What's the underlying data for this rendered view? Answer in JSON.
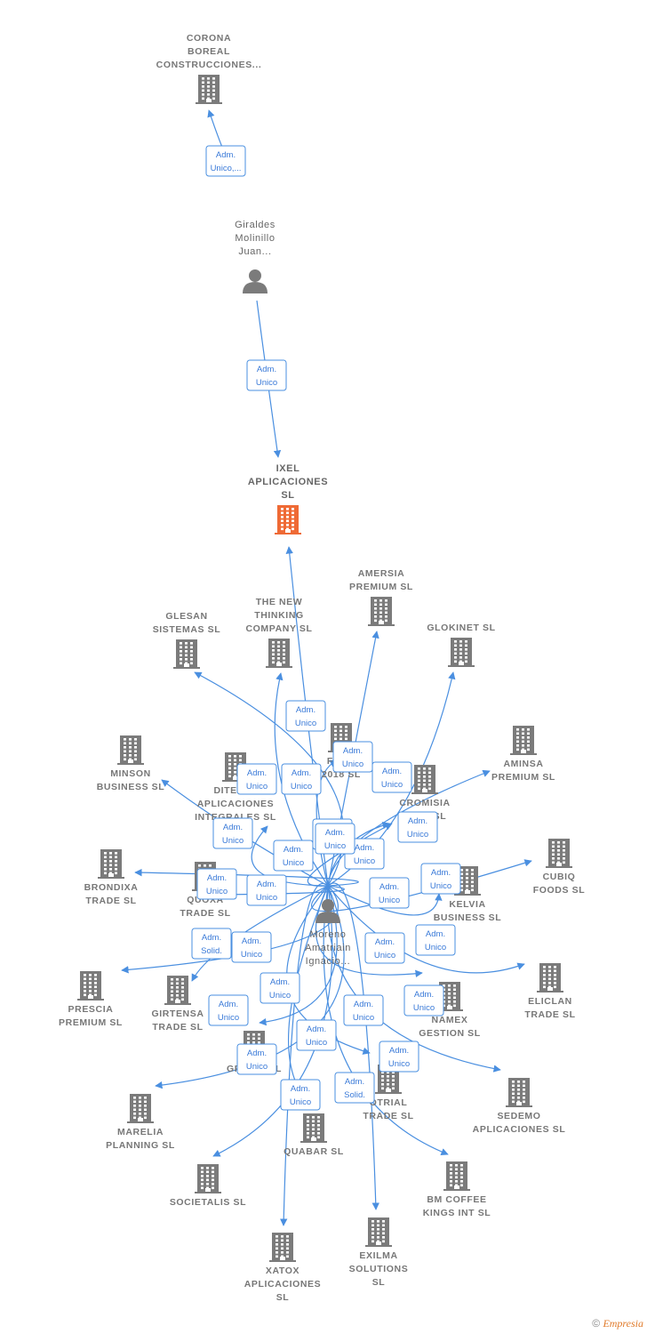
{
  "graph": {
    "nodes": [
      {
        "id": "corona",
        "type": "company",
        "label": [
          "CORONA",
          "BOREAL",
          "CONSTRUCCIONES..."
        ]
      },
      {
        "id": "giraldes",
        "type": "person",
        "label": [
          "Giraldes",
          "Molinillo",
          "Juan..."
        ]
      },
      {
        "id": "ixel",
        "type": "company",
        "focus": true,
        "label": [
          "IXEL",
          "APLICACIONES",
          "SL"
        ]
      },
      {
        "id": "moreno",
        "type": "person",
        "label": [
          "Moreno",
          "Amatriain",
          "Ignacio..."
        ]
      },
      {
        "id": "amersia",
        "type": "company",
        "label": [
          "AMERSIA",
          "PREMIUM  SL"
        ]
      },
      {
        "id": "newthinking",
        "type": "company",
        "label": [
          "THE NEW",
          "THINKING",
          "COMPANY SL"
        ]
      },
      {
        "id": "glesan",
        "type": "company",
        "label": [
          "GLESAN",
          "SISTEMAS  SL"
        ]
      },
      {
        "id": "glokinet",
        "type": "company",
        "label": [
          "GLOKINET  SL"
        ]
      },
      {
        "id": "minson",
        "type": "company",
        "label": [
          "MINSON",
          "BUSINESS  SL"
        ]
      },
      {
        "id": "foda",
        "type": "company",
        "label": [
          "FODA",
          "2018  SL"
        ]
      },
      {
        "id": "aminsa",
        "type": "company",
        "label": [
          "AMINSA",
          "PREMIUM  SL"
        ]
      },
      {
        "id": "ditelsa",
        "type": "company",
        "label": [
          "DITELSA",
          "APLICACIONES",
          "INTEGRALES SL"
        ]
      },
      {
        "id": "cromisia",
        "type": "company",
        "label": [
          "CROMISIA",
          "PLUS  SL"
        ]
      },
      {
        "id": "brondixa",
        "type": "company",
        "label": [
          "BRONDIXA",
          "TRADE  SL"
        ]
      },
      {
        "id": "quoxa",
        "type": "company",
        "label": [
          "QUOXA",
          "TRADE  SL"
        ]
      },
      {
        "id": "kelvia",
        "type": "company",
        "label": [
          "KELVIA",
          "BUSINESS  SL"
        ]
      },
      {
        "id": "cubiq",
        "type": "company",
        "label": [
          "CUBIQ",
          "FOODS  SL"
        ]
      },
      {
        "id": "prescia",
        "type": "company",
        "label": [
          "PRESCIA",
          "PREMIUM  SL"
        ]
      },
      {
        "id": "girtensa",
        "type": "company",
        "label": [
          "GIRTENSA",
          "TRADE  SL"
        ]
      },
      {
        "id": "eliclan",
        "type": "company",
        "label": [
          "ELICLAN",
          "TRADE  SL"
        ]
      },
      {
        "id": "namex",
        "type": "company",
        "label": [
          "NAMEX",
          "GESTION  SL"
        ]
      },
      {
        "id": "grotix",
        "type": "company",
        "label": [
          "GROTIX  SL"
        ]
      },
      {
        "id": "otrial",
        "type": "company",
        "label": [
          "OTRIAL",
          "TRADE  SL"
        ]
      },
      {
        "id": "sedemo",
        "type": "company",
        "label": [
          "SEDEMO",
          "APLICACIONES SL"
        ]
      },
      {
        "id": "marelia",
        "type": "company",
        "label": [
          "MARELIA",
          "PLANNING  SL"
        ]
      },
      {
        "id": "quabar",
        "type": "company",
        "label": [
          "QUABAR  SL"
        ]
      },
      {
        "id": "societalis",
        "type": "company",
        "label": [
          "SOCIETALIS SL"
        ]
      },
      {
        "id": "bmcoffee",
        "type": "company",
        "label": [
          "BM COFFEE",
          "KINGS INT  SL"
        ]
      },
      {
        "id": "exilma",
        "type": "company",
        "label": [
          "EXILMA",
          "SOLUTIONS",
          "SL"
        ]
      },
      {
        "id": "xatox",
        "type": "company",
        "label": [
          "XATOX",
          "APLICACIONES",
          "SL"
        ]
      }
    ],
    "edges": [
      {
        "from": "giraldes",
        "to": "corona",
        "role": [
          "Adm.",
          "Unico,..."
        ]
      },
      {
        "from": "giraldes",
        "to": "ixel",
        "role": [
          "Adm.",
          "Unico"
        ]
      },
      {
        "from": "moreno",
        "to": "ixel",
        "role": [
          "Adm.",
          "Unico"
        ]
      },
      {
        "from": "moreno",
        "to": "amersia",
        "role": [
          "Adm.",
          "Unico"
        ]
      },
      {
        "from": "moreno",
        "to": "newthinking",
        "role": [
          "Adm.",
          "Unico"
        ]
      },
      {
        "from": "moreno",
        "to": "glesan",
        "role": [
          "Adm.",
          "Unico"
        ]
      },
      {
        "from": "moreno",
        "to": "glokinet",
        "role": [
          "Adm.",
          "Unico"
        ]
      },
      {
        "from": "moreno",
        "to": "minson",
        "role": [
          "Adm.",
          "Unico"
        ]
      },
      {
        "from": "moreno",
        "to": "foda",
        "role": [
          "Adm.",
          "Unico"
        ]
      },
      {
        "from": "moreno",
        "to": "aminsa",
        "role": [
          "Adm.",
          "Unico"
        ]
      },
      {
        "from": "moreno",
        "to": "ditelsa",
        "role": [
          "Adm.",
          "Unico"
        ]
      },
      {
        "from": "moreno",
        "to": "cromisia",
        "role": [
          "Adm.",
          "Unico"
        ]
      },
      {
        "from": "moreno",
        "to": "brondixa",
        "role": [
          "Adm.",
          "Unico"
        ]
      },
      {
        "from": "moreno",
        "to": "quoxa",
        "role": [
          "Adm.",
          "Unico"
        ]
      },
      {
        "from": "moreno",
        "to": "kelvia",
        "role": [
          "Adm.",
          "Unico"
        ]
      },
      {
        "from": "moreno",
        "to": "cubiq",
        "role": [
          "Adm.",
          "Unico"
        ]
      },
      {
        "from": "moreno",
        "to": "prescia",
        "role": [
          "Adm.",
          "Unico"
        ]
      },
      {
        "from": "moreno",
        "to": "girtensa",
        "role": [
          "Adm.",
          "Solid."
        ]
      },
      {
        "from": "moreno",
        "to": "eliclan",
        "role": [
          "Adm.",
          "Unico"
        ]
      },
      {
        "from": "moreno",
        "to": "namex",
        "role": [
          "Adm.",
          "Unico"
        ]
      },
      {
        "from": "moreno",
        "to": "grotix",
        "role": [
          "Adm.",
          "Unico"
        ]
      },
      {
        "from": "moreno",
        "to": "otrial",
        "role": [
          "Adm.",
          "Unico"
        ]
      },
      {
        "from": "moreno",
        "to": "sedemo",
        "role": [
          "Adm.",
          "Unico"
        ]
      },
      {
        "from": "moreno",
        "to": "marelia",
        "role": [
          "Adm.",
          "Unico"
        ]
      },
      {
        "from": "moreno",
        "to": "quabar",
        "role": [
          "Adm.",
          "Unico"
        ]
      },
      {
        "from": "moreno",
        "to": "societalis",
        "role": [
          "Adm.",
          "Solid."
        ]
      },
      {
        "from": "moreno",
        "to": "bmcoffee",
        "role": [
          "Adm.",
          "Unico"
        ]
      },
      {
        "from": "moreno",
        "to": "exilma",
        "role": [
          "Adm.",
          "Unico"
        ]
      },
      {
        "from": "moreno",
        "to": "xatox",
        "role": [
          "Adm.",
          "Unico"
        ]
      },
      {
        "from": "moreno",
        "to": "cromisia",
        "role": [
          "Adm.",
          "Unico"
        ]
      }
    ]
  },
  "footer": {
    "copyright": "©",
    "brand": "Empresia"
  },
  "colors": {
    "edge": "#4a8fe0",
    "company": "#7b7b7b",
    "focus": "#ef6a35",
    "person": "#7b7b7b"
  }
}
